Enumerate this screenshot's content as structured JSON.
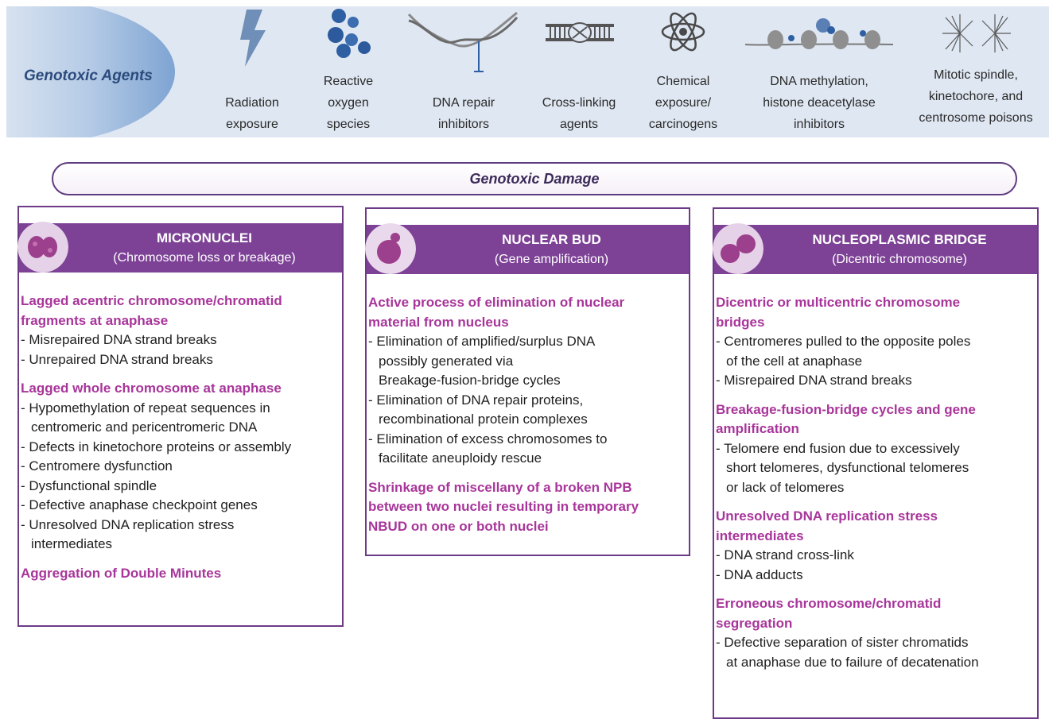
{
  "agents": {
    "title": "Genotoxic Agents",
    "items": [
      {
        "label": "Radiation\nexposure",
        "icon": "lightning-icon"
      },
      {
        "label": "Reactive\noxygen\nspecies",
        "icon": "ros-molecules-icon"
      },
      {
        "label": "DNA repair\ninhibitors",
        "icon": "dna-helix-icon"
      },
      {
        "label": "Cross-linking\nagents",
        "icon": "crosslinked-dna-icon"
      },
      {
        "label": "Chemical\nexposure/\ncarcinogens",
        "icon": "atom-icon"
      },
      {
        "label": "DNA methylation,\nhistone deacetylase\ninhibitors",
        "icon": "nucleosome-icon"
      },
      {
        "label": "Mitotic spindle,\nkinetochore, and\ncentrosome poisons",
        "icon": "spindle-icon"
      }
    ]
  },
  "damage": {
    "label": "Genotoxic Damage"
  },
  "boxes": [
    {
      "title": "MICRONUCLEI",
      "subtitle": "(Chromosome loss or breakage)",
      "sections": [
        {
          "heading": "Lagged acentric chromosome/chromatid\nfragments at anaphase",
          "items": [
            "- Misrepaired DNA strand breaks",
            "- Unrepaired DNA strand breaks"
          ]
        },
        {
          "heading": "Lagged whole chromosome at anaphase",
          "items": [
            "- Hypomethylation of repeat sequences in\ncentromeric and pericentromeric DNA",
            "- Defects in kinetochore proteins or assembly",
            "- Centromere dysfunction",
            "- Dysfunctional spindle",
            "- Defective anaphase checkpoint genes",
            "- Unresolved DNA replication stress\nintermediates"
          ]
        },
        {
          "heading": "Aggregation of Double Minutes",
          "items": []
        }
      ]
    },
    {
      "title": "NUCLEAR BUD",
      "subtitle": "(Gene amplification)",
      "sections": [
        {
          "heading": "Active process of elimination of nuclear\nmaterial from nucleus",
          "items": [
            "- Elimination of amplified/surplus DNA\npossibly generated via\nBreakage-fusion-bridge cycles",
            "- Elimination of DNA repair proteins,\nrecombinational protein complexes",
            "- Elimination of excess chromosomes to\nfacilitate aneuploidy rescue"
          ]
        },
        {
          "heading": "Shrinkage of miscellany of a broken NPB\nbetween two nuclei resulting in temporary\nNBUD on one or both nuclei",
          "items": []
        }
      ]
    },
    {
      "title": "NUCLEOPLASMIC BRIDGE",
      "subtitle": "(Dicentric chromosome)",
      "sections": [
        {
          "heading": "Dicentric or multicentric chromosome\nbridges",
          "items": [
            "- Centromeres pulled to the opposite poles\nof the cell at anaphase",
            "- Misrepaired DNA strand breaks"
          ]
        },
        {
          "heading": "Breakage-fusion-bridge cycles and gene\namplification",
          "items": [
            "- Telomere end fusion due to excessively\nshort telomeres, dysfunctional telomeres\nor lack of telomeres"
          ]
        },
        {
          "heading": "Unresolved DNA replication stress\nintermediates",
          "items": [
            "- DNA strand cross-link",
            "- DNA adducts"
          ]
        },
        {
          "heading": "Erroneous chromosome/chromatid\nsegregation",
          "items": [
            "- Defective separation of sister chromatids\nat anaphase due to failure of decatenation"
          ]
        }
      ]
    }
  ]
}
